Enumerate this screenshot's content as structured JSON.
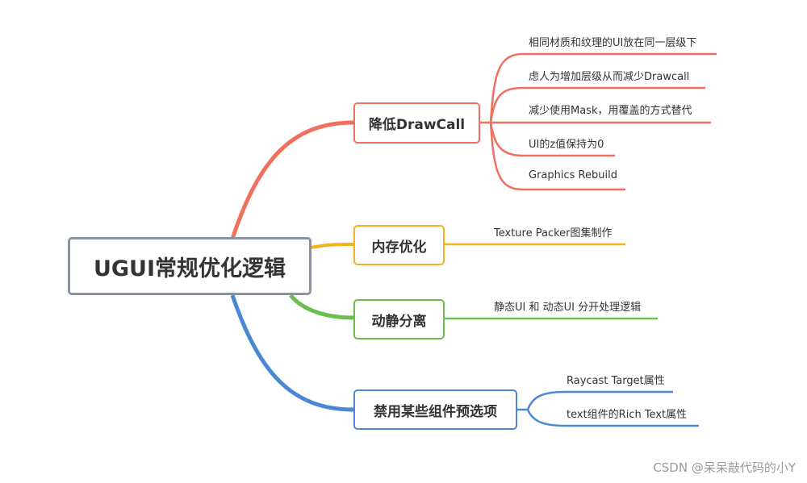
{
  "central": {
    "label": "UGUI常规优化逻辑",
    "border_color": "#8a94a0"
  },
  "branches": [
    {
      "label": "降低DrawCall",
      "color": "#f07060",
      "leaves": [
        "相同材质和纹理的UI放在同一层级下",
        "虑人为增加层级从而减少Drawcall",
        "减少使用Mask，用覆盖的方式替代",
        "UI的z值保持为0",
        "Graphics Rebuild"
      ]
    },
    {
      "label": "内存优化",
      "color": "#f4b21b",
      "leaves": [
        "Texture Packer图集制作"
      ]
    },
    {
      "label": "动静分离",
      "color": "#6cbf4f",
      "leaves": [
        "静态UI 和 动态UI 分开处理逻辑"
      ]
    },
    {
      "label": "禁用某些组件预选项",
      "color": "#4a88d4",
      "leaves": [
        "Raycast Target属性",
        "text组件的Rich Text属性"
      ]
    }
  ],
  "watermark": "CSDN @呆呆敲代码的小Y"
}
